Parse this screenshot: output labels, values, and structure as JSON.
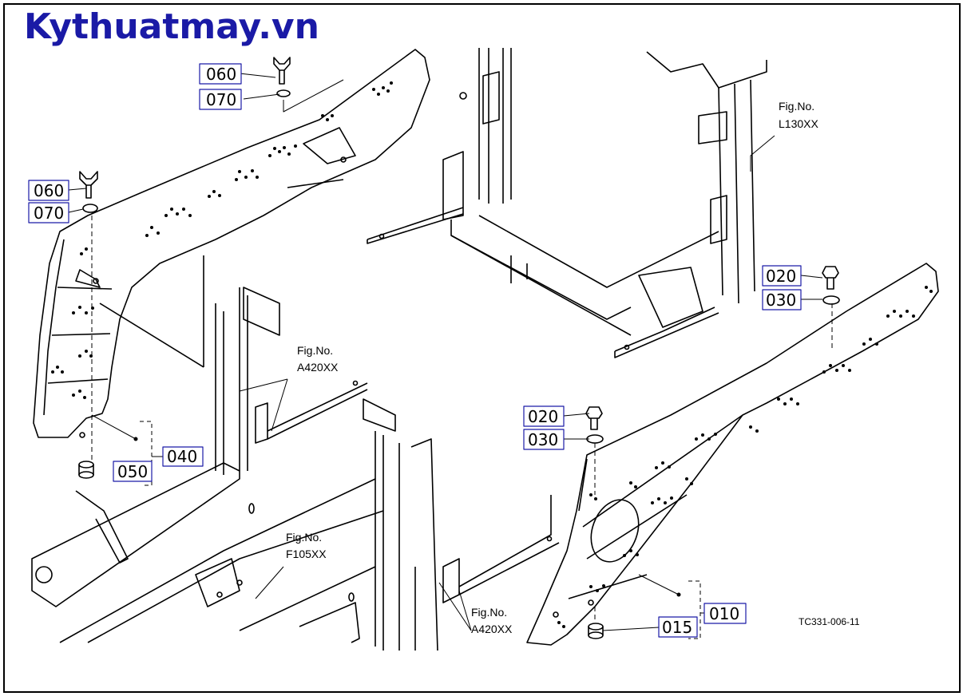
{
  "watermark": "Kythuatmay.vn",
  "diagram_code": "TC331-006-11",
  "part_labels": {
    "p060_top": "060",
    "p070_top": "070",
    "p060_left": "060",
    "p070_left": "070",
    "p040": "040",
    "p050": "050",
    "p020_right": "020",
    "p030_right": "030",
    "p020_mid": "020",
    "p030_mid": "030",
    "p010": "010",
    "p015": "015"
  },
  "figure_refs": {
    "l130": {
      "line1": "Fig.No.",
      "line2": "L130XX"
    },
    "a420_upper": {
      "line1": "Fig.No.",
      "line2": "A420XX"
    },
    "f105": {
      "line1": "Fig.No.",
      "line2": "F105XX"
    },
    "a420_lower": {
      "line1": "Fig.No.",
      "line2": "A420XX"
    }
  },
  "colors": {
    "brand": "#1a1aa6",
    "line": "#000000",
    "label_box": "#1a1aa6"
  }
}
